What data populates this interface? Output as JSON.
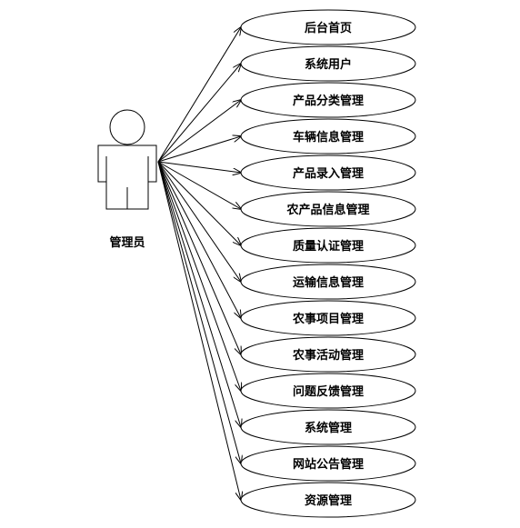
{
  "actor": {
    "label": "管理员",
    "icon": "person-icon"
  },
  "use_cases": [
    {
      "label": "后台首页"
    },
    {
      "label": "系统用户"
    },
    {
      "label": "产品分类管理"
    },
    {
      "label": "车辆信息管理"
    },
    {
      "label": "产品录入管理"
    },
    {
      "label": "农产品信息管理"
    },
    {
      "label": "质量认证管理"
    },
    {
      "label": "运输信息管理"
    },
    {
      "label": "农事项目管理"
    },
    {
      "label": "农事活动管理"
    },
    {
      "label": "问题反馈管理"
    },
    {
      "label": "系统管理"
    },
    {
      "label": "网站公告管理"
    },
    {
      "label": "资源管理"
    }
  ],
  "colors": {
    "stroke": "#000000",
    "background": "#ffffff"
  }
}
